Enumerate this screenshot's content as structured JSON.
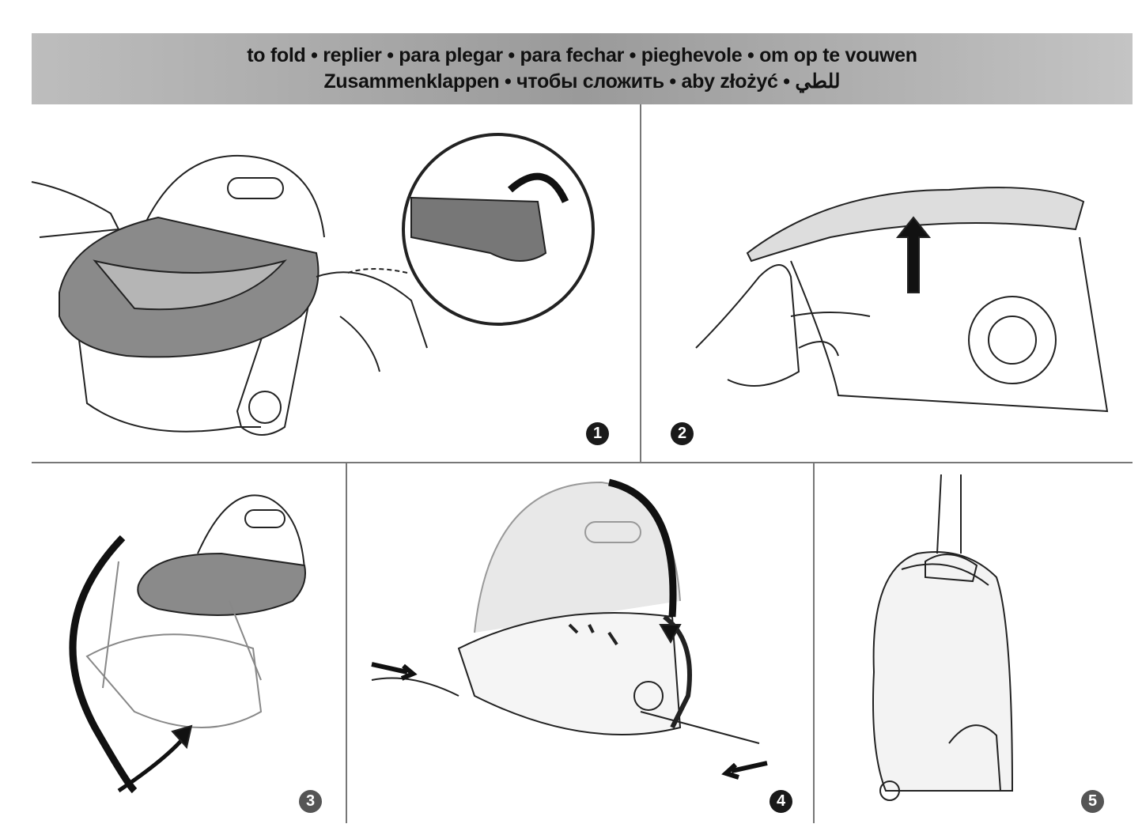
{
  "header": {
    "line1": "to fold • replier • para plegar • para fechar • pieghevole • om op te vouwen",
    "line2": "Zusammenklappen • чтобы сложить • aby złożyć • للطي"
  },
  "steps": [
    {
      "number": "1"
    },
    {
      "number": "2"
    },
    {
      "number": "3"
    },
    {
      "number": "4"
    },
    {
      "number": "5"
    }
  ],
  "colors": {
    "header_band": "#a8a8a8",
    "badge_dark": "#1a1a1a",
    "badge_gray": "#555555",
    "tray": "#8a8a8a"
  }
}
